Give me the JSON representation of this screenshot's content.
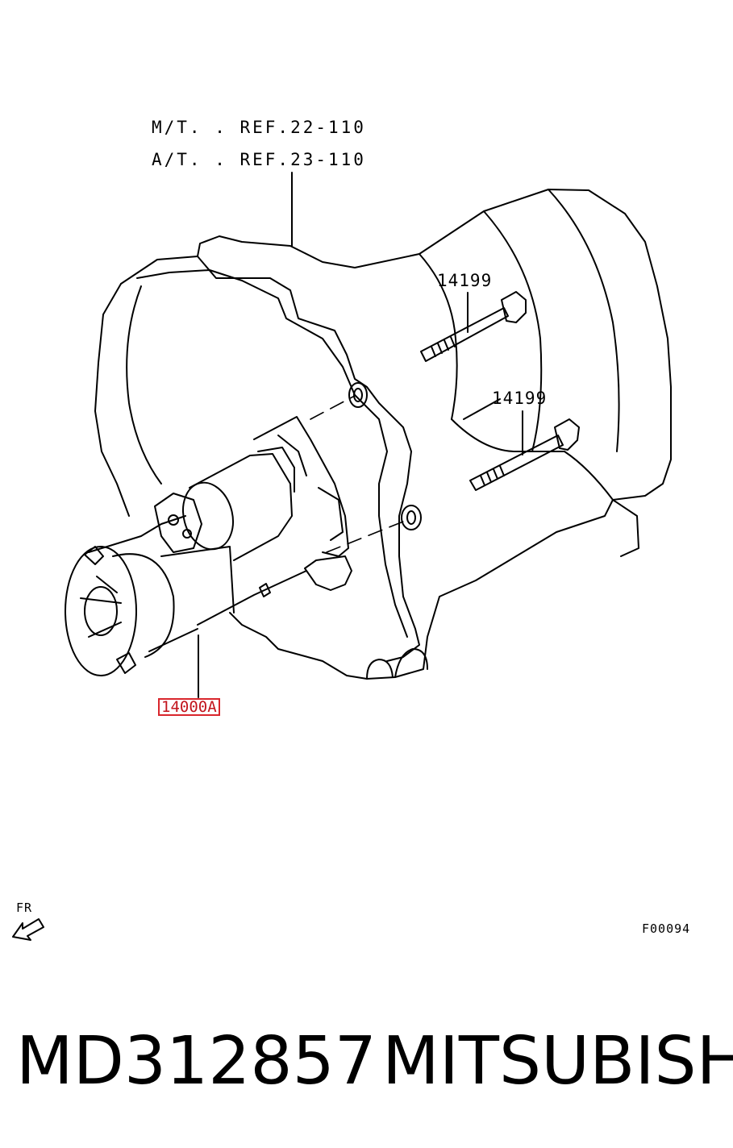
{
  "diagram": {
    "ref_mt": "M/T. . REF.22-110",
    "ref_at": "A/T. . REF.23-110",
    "bolt_upper": "14199",
    "bolt_lower": "14199",
    "starter_part": "14000A",
    "direction_label": "FR",
    "figure_code": "F00094"
  },
  "footer": {
    "part_number": "MD312857",
    "brand": "MITSUBISHI"
  },
  "colors": {
    "line": "#000000",
    "highlight": "#d9262c"
  }
}
